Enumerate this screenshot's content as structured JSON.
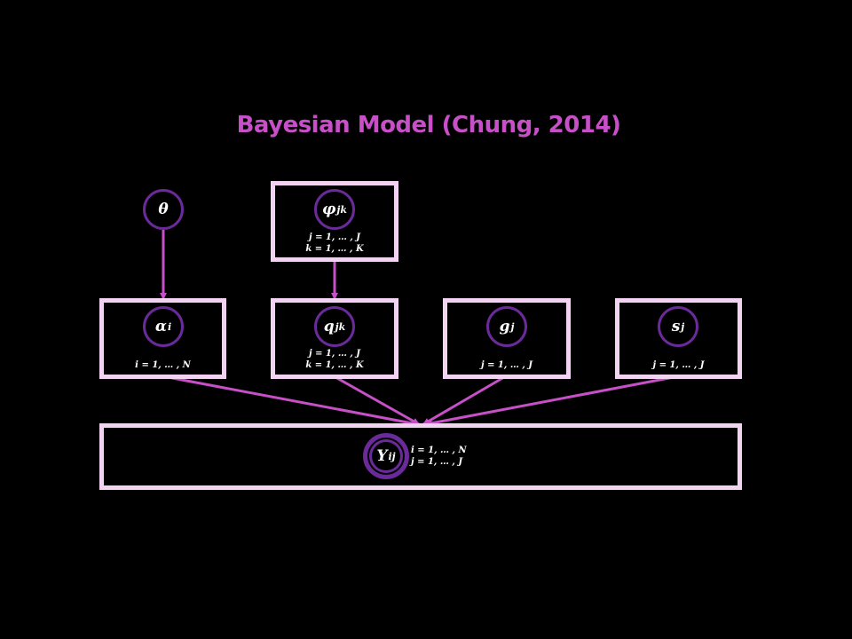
{
  "title": "Bayesian Model (Chung, 2014)",
  "colors": {
    "background": "#000000",
    "title": "#c74fc7",
    "plate_border": "#f2d3f2",
    "node_border": "#6a2a9a",
    "edge": "#c74fc7",
    "node_text": "#ffffff"
  },
  "nodes": {
    "theta": {
      "symbol": "θ",
      "sub": ""
    },
    "phi": {
      "symbol": "φ",
      "sub": "jk",
      "index_lines": [
        "j = 1, … , J",
        "k = 1, … , K"
      ]
    },
    "alpha": {
      "symbol": "α",
      "sub": "i",
      "index_lines": [
        "i = 1, … , N"
      ]
    },
    "q": {
      "symbol": "q",
      "sub": "jk",
      "index_lines": [
        "j = 1, … , J",
        "k = 1, … , K"
      ]
    },
    "g": {
      "symbol": "g",
      "sub": "j",
      "index_lines": [
        "j = 1, … , J"
      ]
    },
    "s": {
      "symbol": "s",
      "sub": "j",
      "index_lines": [
        "j = 1, … , J"
      ]
    },
    "y": {
      "symbol": "Y",
      "sub": "ij",
      "index_lines": [
        "i = 1, … , N",
        "j = 1, … , J"
      ]
    }
  },
  "edges": [
    {
      "from": "theta",
      "to": "alpha"
    },
    {
      "from": "phi",
      "to": "q"
    },
    {
      "from": "alpha",
      "to": "y"
    },
    {
      "from": "q",
      "to": "y"
    },
    {
      "from": "g",
      "to": "y"
    },
    {
      "from": "s",
      "to": "y"
    }
  ]
}
